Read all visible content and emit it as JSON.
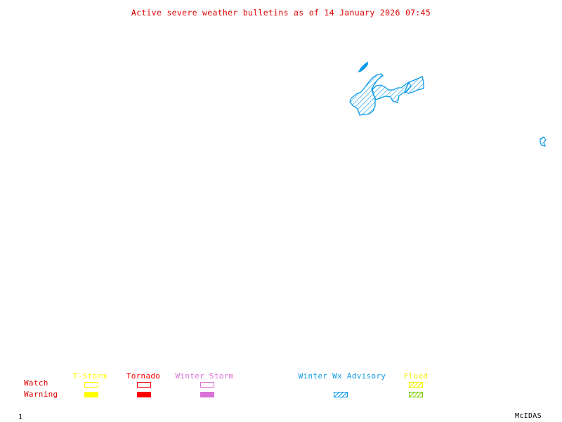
{
  "title": "Active severe weather bulletins as of 14 January 2026 07:45",
  "legend": {
    "row_labels": {
      "watch": "Watch",
      "warning": "Warning"
    },
    "categories": [
      {
        "name": "T-Storm",
        "color": "#ffff00",
        "watch": "outline",
        "warning": "filled"
      },
      {
        "name": "Tornado",
        "color": "#ff0000",
        "watch": "outline",
        "warning": "filled"
      },
      {
        "name": "Winter Storm",
        "color": "#da70d6",
        "watch": "outline",
        "warning": "filled"
      },
      {
        "name": "Winter Wx Advisory",
        "color": "#0a9ae8",
        "watch": null,
        "warning": "hatched"
      },
      {
        "name": "Flood",
        "color": "#f0f000",
        "watch": "hatched",
        "warning": "hatched",
        "warning_color": "#7ccd00"
      }
    ]
  },
  "map": {
    "active_regions": [
      {
        "name": "Upper Peninsula of Michigan",
        "bulletin": "Winter Wx Advisory",
        "color": "#0a9ae8"
      },
      {
        "name": "Isle Royale",
        "bulletin": "Winter Wx Advisory",
        "color": "#0a9ae8"
      },
      {
        "name": "East edge region",
        "bulletin": "Winter Wx Advisory",
        "color": "#0a9ae8"
      }
    ]
  },
  "footer": {
    "frame_number": "1",
    "brand": "McIDAS"
  }
}
